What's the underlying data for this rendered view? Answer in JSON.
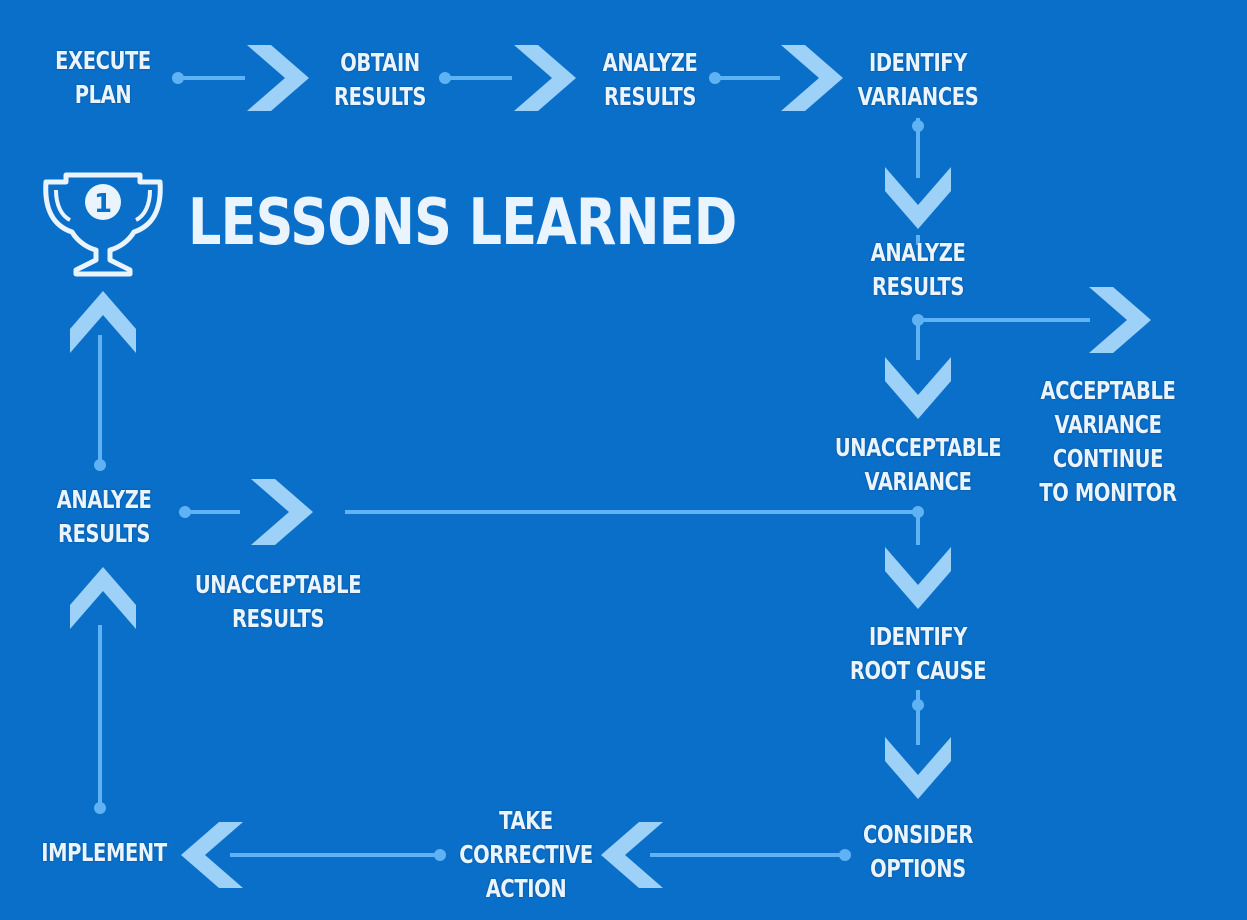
{
  "title": "LESSONS LEARNED",
  "trophy_number": "1",
  "colors": {
    "background": "#0a6fc8",
    "line": "#5fb2f4",
    "chevron": "#9ed1f8",
    "text": "#e9f4ff"
  },
  "steps": {
    "execute_plan": [
      "EXECUTE",
      "PLAN"
    ],
    "obtain_results": [
      "OBTAIN",
      "RESULTS"
    ],
    "analyze_results_top": [
      "ANALYZE",
      "RESULTS"
    ],
    "identify_variances": [
      "IDENTIFY",
      "VARIANCES"
    ],
    "analyze_results_right": [
      "ANALYZE",
      "RESULTS"
    ],
    "acceptable_variance": [
      "ACCEPTABLE",
      "VARIANCE",
      "CONTINUE",
      "TO MONITOR"
    ],
    "unacceptable_variance": [
      "UNACCEPTABLE",
      "VARIANCE"
    ],
    "identify_root_cause": [
      "IDENTIFY",
      "ROOT CAUSE"
    ],
    "consider_options": [
      "CONSIDER",
      "OPTIONS"
    ],
    "take_corrective_action": [
      "TAKE",
      "CORRECTIVE",
      "ACTION"
    ],
    "implement": [
      "IMPLEMENT"
    ],
    "analyze_results_left": [
      "ANALYZE",
      "RESULTS"
    ],
    "unacceptable_results": [
      "UNACCEPTABLE",
      "RESULTS"
    ]
  }
}
